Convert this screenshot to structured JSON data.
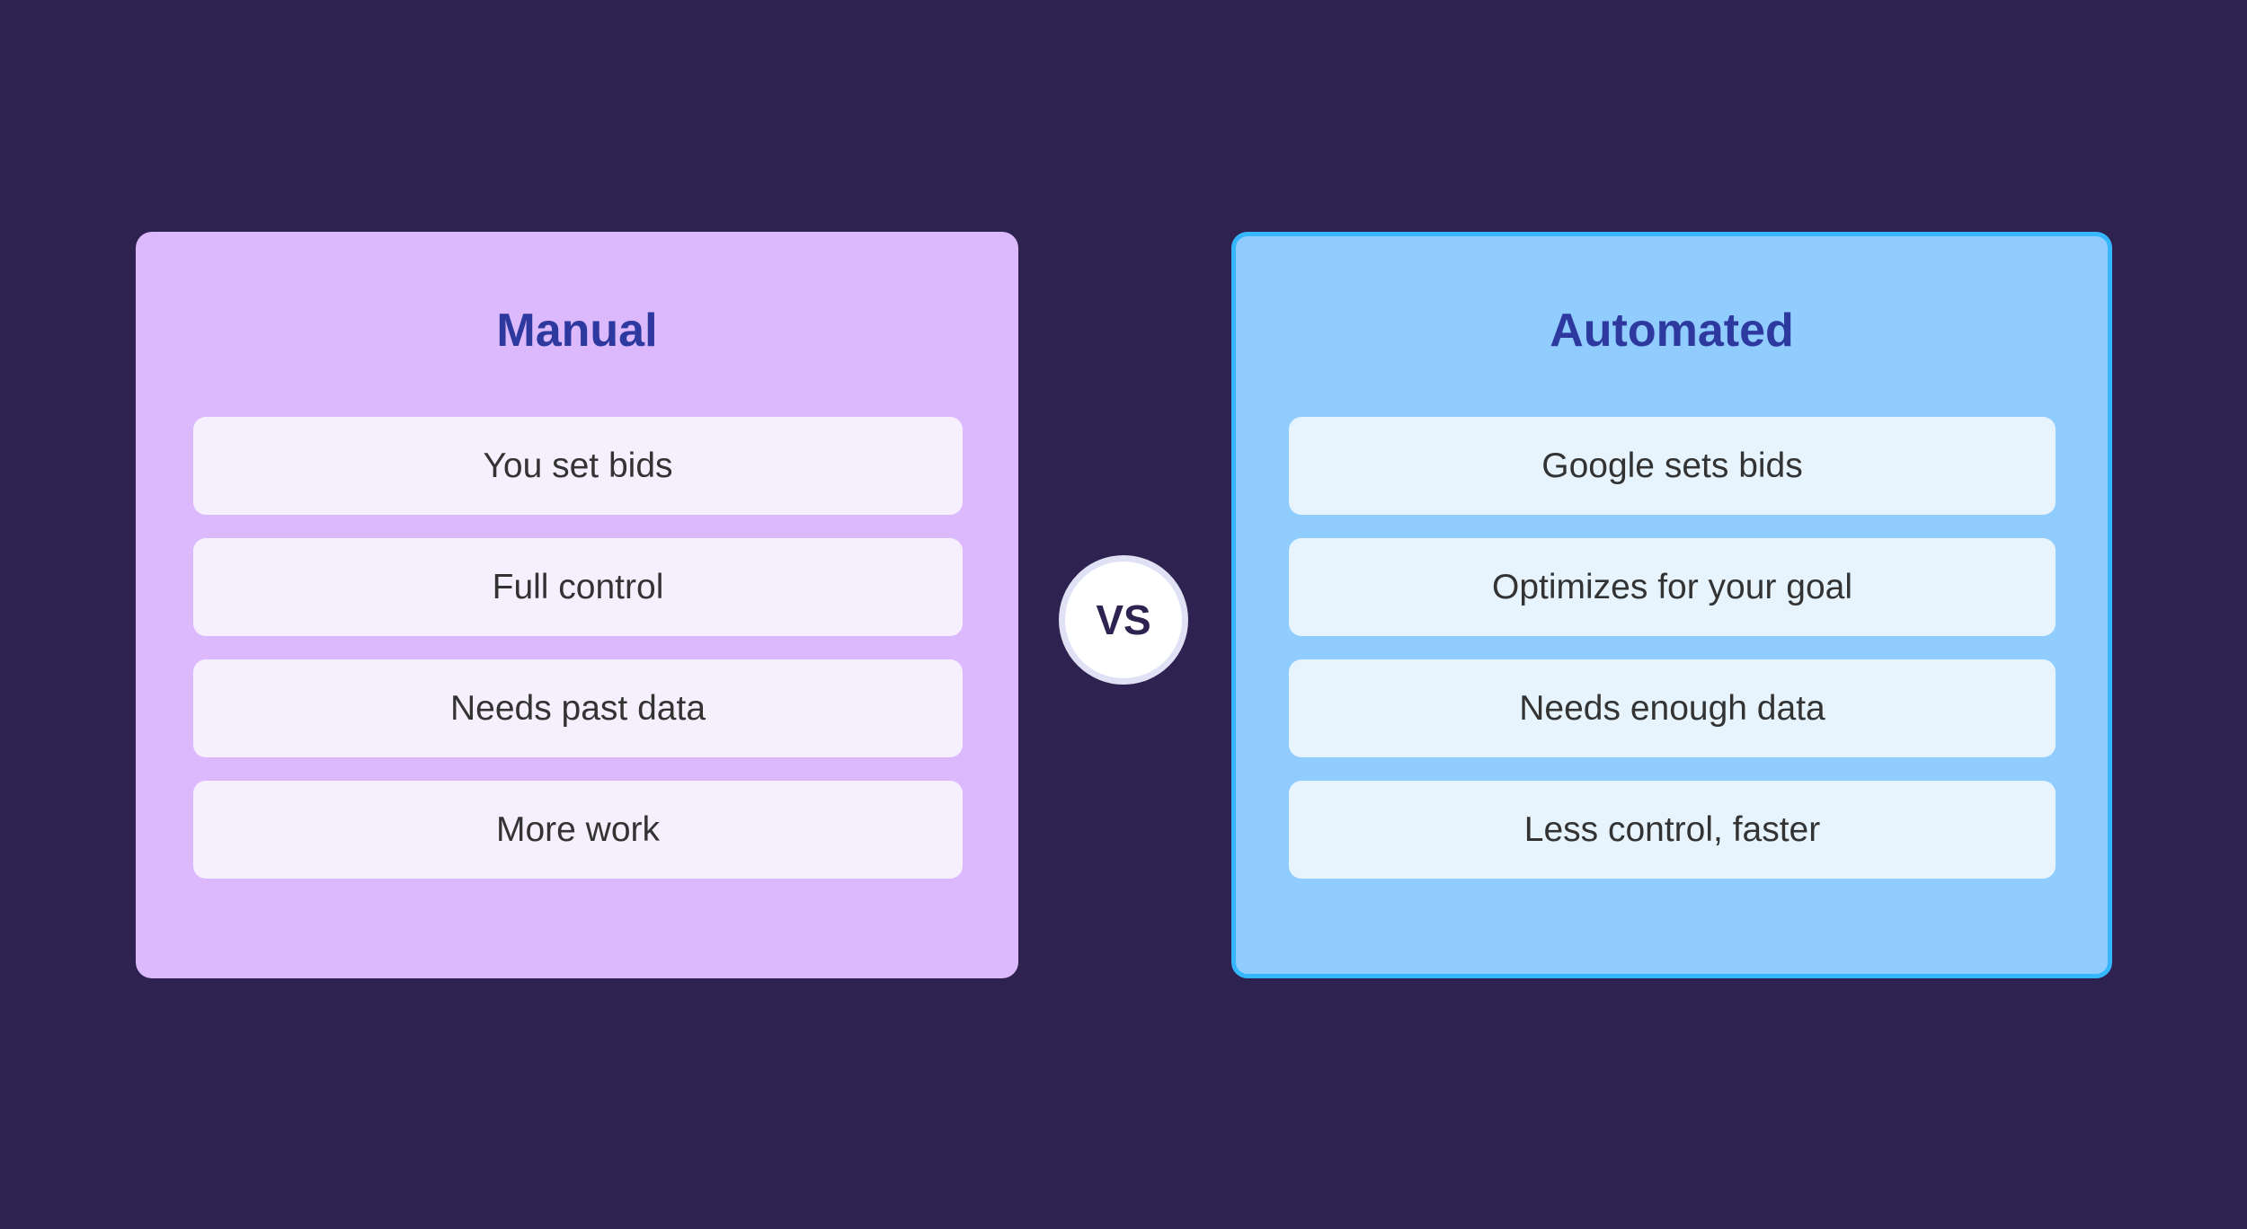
{
  "manual": {
    "title": "Manual",
    "items": [
      "You set bids",
      "Full control",
      "Needs past data",
      "More work"
    ]
  },
  "automated": {
    "title": "Automated",
    "items": [
      "Google sets bids",
      "Optimizes for your goal",
      "Needs enough data",
      "Less control, faster"
    ]
  },
  "vs_label": "VS",
  "colors": {
    "background": "#2e2350",
    "manual_card": "#dcb9fc",
    "automated_card": "#90cdfe",
    "automated_border": "#36b6fd",
    "title": "#2d399e"
  }
}
